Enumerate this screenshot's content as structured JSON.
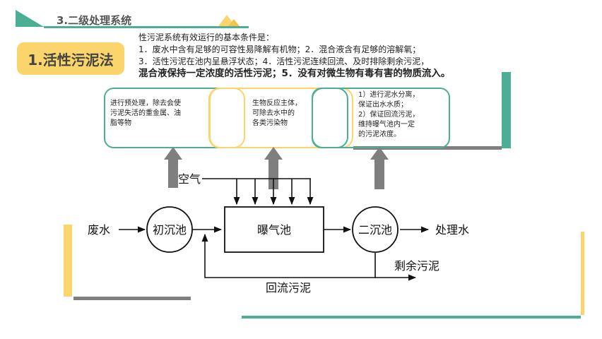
{
  "header": {
    "title": "3.二级处理系统"
  },
  "section": {
    "badge": "1.活性污泥法"
  },
  "intro": {
    "line1": "性污泥系统有效运行的基本条件是：",
    "line2": "1．废水中含有足够的可容性易降解有机物；2．混合液含有足够的溶解氧；",
    "line3": "3．活性污泥在池内呈悬浮状态；4．活性污泥连续回流、及时排除剩余污泥，",
    "line4": "混合液保持一定浓度的活性污泥；5．没有对微生物有毒有害的物质流入。"
  },
  "boxes": {
    "pre": [
      "进行预处理，除去会使",
      "污泥失活的重金属、油",
      "脂等物"
    ],
    "bio": [
      "生物反应主体，",
      "可除去水中的",
      "各类污染物"
    ],
    "sec": [
      "1）进行泥水分离，",
      "保证出水水质；",
      "2）保证回流污泥，",
      "维持曝气池内一定",
      "的污泥浓度。"
    ]
  },
  "diagram": {
    "air": "空气",
    "wastewater": "废水",
    "primary_tank": "初沉池",
    "aeration_tank": "曝气池",
    "secondary_tank": "二沉池",
    "treated_water": "处理水",
    "excess_sludge": "剩余污泥",
    "return_sludge": "回流污泥"
  },
  "colors": {
    "green": "#4cae94",
    "yellow": "#fbd56b",
    "gray": "#7f7f7f"
  }
}
